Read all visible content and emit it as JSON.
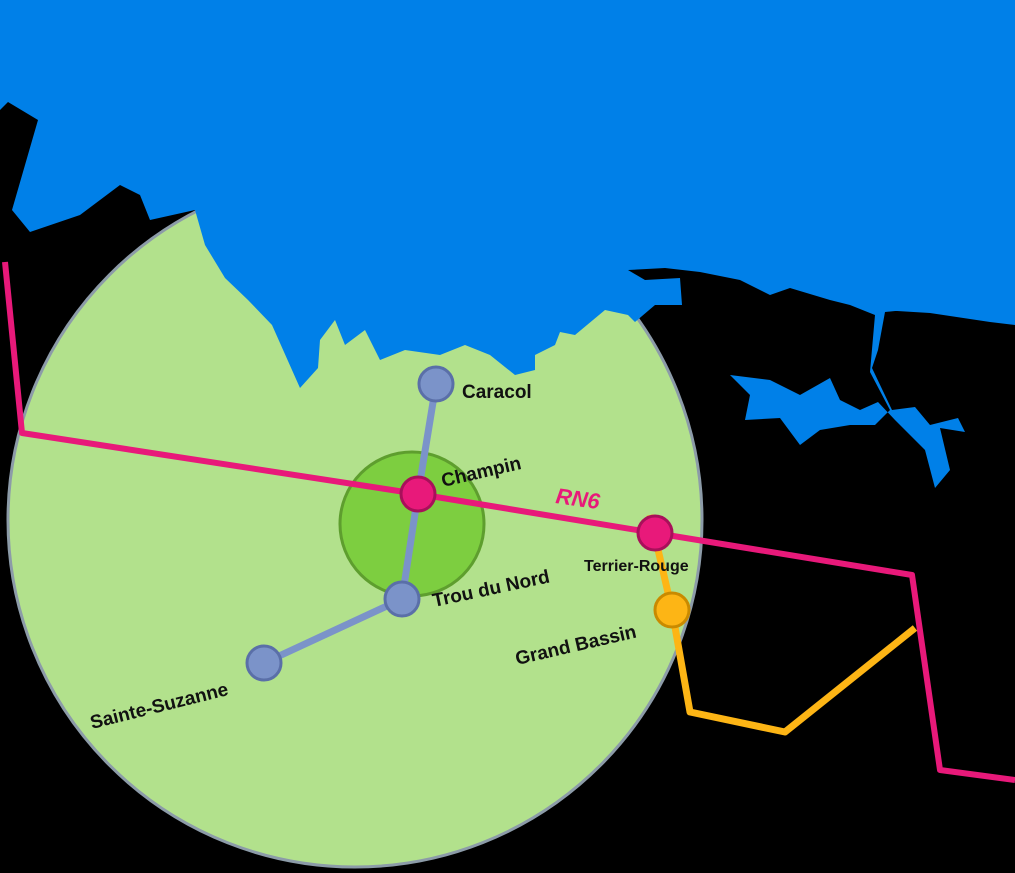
{
  "map": {
    "colors": {
      "background": "#000000",
      "sea": "#0080E8",
      "zone_outer": "#B2E18C",
      "zone_outer_border": "#8C9BA8",
      "zone_inner": "#7DCE40",
      "zone_inner_border": "#5E9E2E",
      "rn6": "#E8197A",
      "blue_route": "#7B93C9",
      "orange_route": "#FDB515"
    },
    "road_label": "RN6",
    "places": {
      "caracol": "Caracol",
      "champin": "Champin",
      "terrier_rouge": "Terrier-Rouge",
      "trou_du_nord": "Trou du Nord",
      "grand_bassin": "Grand Bassin",
      "sainte_suzanne": "Sainte-Suzanne"
    },
    "icons": {
      "town_marker": "circle-marker-icon"
    }
  }
}
